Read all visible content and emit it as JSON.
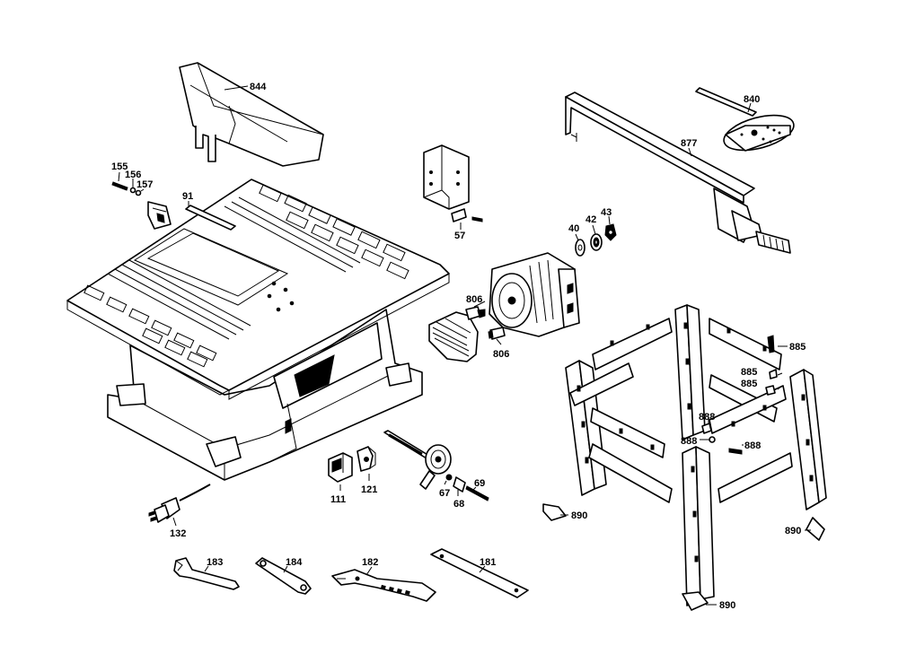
{
  "labels": {
    "p844": "844",
    "p155": "155",
    "p156": "156",
    "p157": "157",
    "p91": "91",
    "p57": "57",
    "p840": "840",
    "p877": "877",
    "p40": "40",
    "p42": "42",
    "p43": "43",
    "p806a": "806",
    "p806b": "806",
    "p885a": "885",
    "p885b": "885",
    "p885c": "885",
    "p888a": "888",
    "p888b": "888",
    "p888c": "888",
    "p890a": "890",
    "p890b": "890",
    "p890c": "890",
    "p111": "111",
    "p121": "121",
    "p67": "67",
    "p68": "68",
    "p69": "69",
    "p132": "132",
    "p183": "183",
    "p184": "184",
    "p182": "182",
    "p181": "181"
  }
}
